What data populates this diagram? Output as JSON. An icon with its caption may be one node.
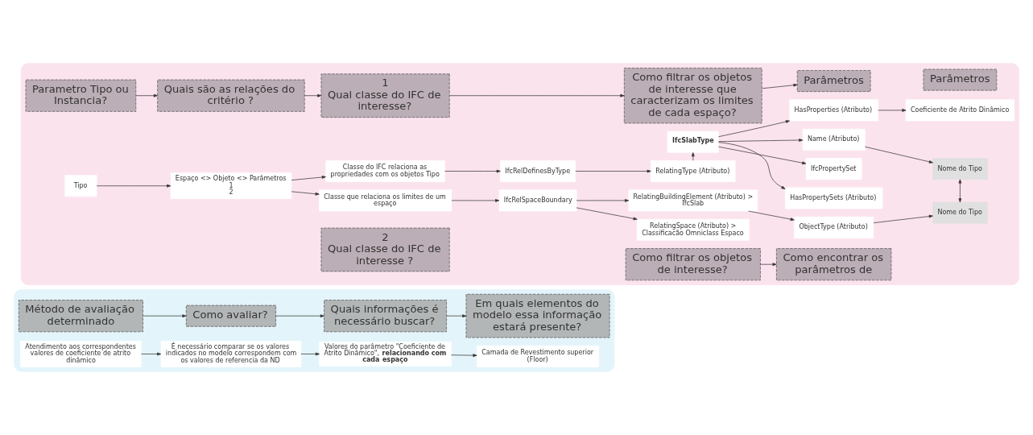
{
  "diagram": {
    "nodes": [
      {
        "text": [],
        "shape": "band"
      },
      {
        "text": [
          "Método de avaliação determinado"
        ],
        "in": 0
      },
      {
        "text": [
          "Como avaliar?"
        ],
        "in": 0
      },
      {
        "text": [
          "Quais informações é necessário buscar?"
        ],
        "in": 0
      },
      {
        "text": [
          "Em quais elementos do modelo essa informação estará presente?"
        ],
        "in": 0
      },
      {
        "text": [
          "Atendimento aos correspondentes valores de coeficiente de atrito dinâmico"
        ],
        "in": 0
      },
      {
        "text": [
          "É necessário comparar se os valores indicados no modelo correspondem com os valores de referencia da ND"
        ],
        "in": 0
      },
      {
        "text": [
          "Valores do parâmetro \"Coeficiente de Atrito Dinâmico\", **relacionando com cada espaço**"
        ],
        "in": 0
      },
      {
        "text": [
          "Camada de Revestimento superior (Floor)"
        ],
        "in": 0
      },
      {
        "text": [],
        "shape": "band"
      },
      {
        "text": [
          "Parametro Tipo ou Instancia?"
        ],
        "in": 9
      },
      {
        "text": [
          "Quais são as relações do critério ?"
        ],
        "in": 9
      },
      {
        "text": [
          "1",
          "Qual classe do IFC de interesse?"
        ],
        "in": 9
      },
      {
        "text": [
          "Como filtrar os objetos de interesse que caracterizam os limites de cada espaço?"
        ],
        "in": 9
      },
      {
        "text": [
          "Parâmetros"
        ],
        "in": 9
      },
      {
        "text": [
          "Tipo"
        ],
        "in": 9
      },
      {
        "text": [
          "Espaço <> Objeto <> Parâmetros",
          "1",
          "2"
        ],
        "in": 9
      },
      {
        "text": [
          "Classe que relaciona os limites de um espaço"
        ],
        "in": 9
      },
      {
        "text": [
          "IfcRelSpaceBoundary"
        ],
        "in": 9
      },
      {
        "text": [
          "RelatingSpace (Atributo) > Classificacão Omniclass Espaco"
        ],
        "in": 9
      },
      {
        "text": [
          "RelatingBuildingElement (Atributo) > IfcSlab"
        ],
        "in": 9
      },
      {
        "text": [
          "ObjectType (Atributo)"
        ],
        "in": 9
      },
      {
        "text": [
          "Nome do Tipo"
        ],
        "in": 9
      },
      {
        "text": [
          "2",
          "Qual classe do IFC de interesse ?"
        ],
        "in": 9
      },
      {
        "text": [
          "Como filtrar os objetos de interesse?"
        ],
        "in": 9
      },
      {
        "text": [
          "Como encontrar os parâmetros de"
        ],
        "in": 9
      },
      {
        "text": [
          "Parâmetros"
        ],
        "in": 9
      },
      {
        "text": [
          "Classe do IFC relaciona as propriedades com os objetos Tipo"
        ],
        "in": 9
      },
      {
        "text": [
          "IfcRelDefinesByType"
        ],
        "in": 9
      },
      {
        "text": [
          "RelatingType (Atributo)"
        ],
        "in": 9
      },
      {
        "text": [
          "IfcSlabType"
        ],
        "in": 9
      },
      {
        "text": [
          "HasPropertySets (Atributo)"
        ],
        "in": 9
      },
      {
        "text": [
          "IfcPropertySet"
        ],
        "in": 9
      },
      {
        "text": [
          "HasProperties (Atributo)"
        ],
        "in": 9
      },
      {
        "text": [
          "Name (Atributo)"
        ],
        "in": 9
      },
      {
        "text": [
          "Coeficiente de Atrito Dinâmico"
        ],
        "in": 9
      },
      {
        "text": [
          "Nome do Tipo"
        ],
        "in": 9
      }
    ],
    "edges": [
      {
        "from": 1,
        "to": 2,
        "arrow": "to"
      },
      {
        "from": 2,
        "to": 3,
        "arrow": "to"
      },
      {
        "from": 3,
        "to": 4,
        "arrow": "to"
      },
      {
        "from": 5,
        "to": 6,
        "arrow": "to"
      },
      {
        "from": 6,
        "to": 7,
        "arrow": "to"
      },
      {
        "from": 7,
        "to": 8,
        "arrow": "to"
      },
      {
        "from": 10,
        "to": 11,
        "arrow": "to"
      },
      {
        "from": 11,
        "to": 12,
        "arrow": "to"
      },
      {
        "from": 12,
        "to": 13,
        "arrow": "to"
      },
      {
        "from": 13,
        "to": 14,
        "arrow": "to"
      },
      {
        "from": 15,
        "to": 16,
        "arrow": "to"
      },
      {
        "from": 16,
        "to": 17,
        "arrow": "to"
      },
      {
        "from": 16,
        "to": 27,
        "arrow": "to"
      },
      {
        "from": 17,
        "to": 18,
        "arrow": "to"
      },
      {
        "from": 18,
        "to": 19,
        "arrow": "to"
      },
      {
        "from": 18,
        "to": 20,
        "arrow": "to"
      },
      {
        "from": 20,
        "to": 21,
        "arrow": "to"
      },
      {
        "from": 21,
        "to": 22,
        "arrow": "to"
      },
      {
        "from": 24,
        "to": 25,
        "arrow": "to"
      },
      {
        "from": 27,
        "to": 28,
        "arrow": "to"
      },
      {
        "from": 28,
        "to": 29,
        "arrow": "to"
      },
      {
        "from": 29,
        "to": 30,
        "arrow": "to"
      },
      {
        "from": 30,
        "to": 31,
        "arrow": "to"
      },
      {
        "from": 30,
        "to": 32,
        "arrow": "to"
      },
      {
        "from": 30,
        "to": 33,
        "arrow": "to"
      },
      {
        "from": 30,
        "to": 34,
        "arrow": "to"
      },
      {
        "from": 33,
        "to": 35,
        "arrow": "to"
      },
      {
        "from": 34,
        "to": 36,
        "arrow": "to"
      },
      {
        "from": 36,
        "to": 22,
        "arrow": "both"
      }
    ]
  }
}
